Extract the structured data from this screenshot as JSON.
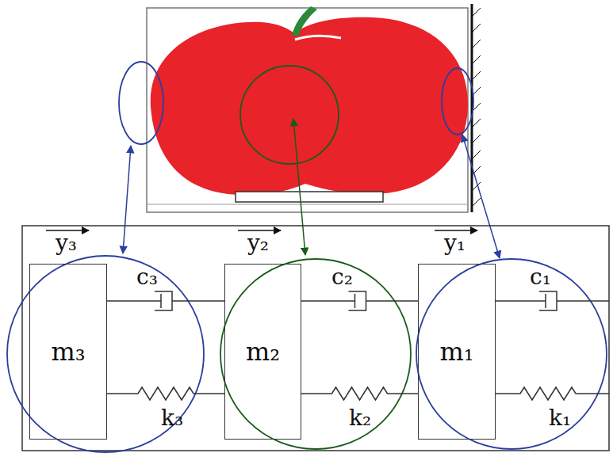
{
  "diagram": {
    "nodes": [
      {
        "text": [
          "m₃"
        ]
      },
      {
        "text": [
          "m₂"
        ]
      },
      {
        "text": [
          "m₁"
        ]
      }
    ],
    "edges": [
      {
        "from": 0,
        "to": 1,
        "arrow": "none",
        "label": "c₃"
      },
      {
        "from": 0,
        "to": 1,
        "arrow": "none",
        "label": "k₃"
      },
      {
        "from": 1,
        "to": 2,
        "arrow": "none",
        "label": "c₂"
      },
      {
        "from": 1,
        "to": 2,
        "arrow": "none",
        "label": "k₂"
      }
    ],
    "labels": [
      "y₃",
      "y₂",
      "y₁",
      "c₁",
      "k₁"
    ]
  }
}
